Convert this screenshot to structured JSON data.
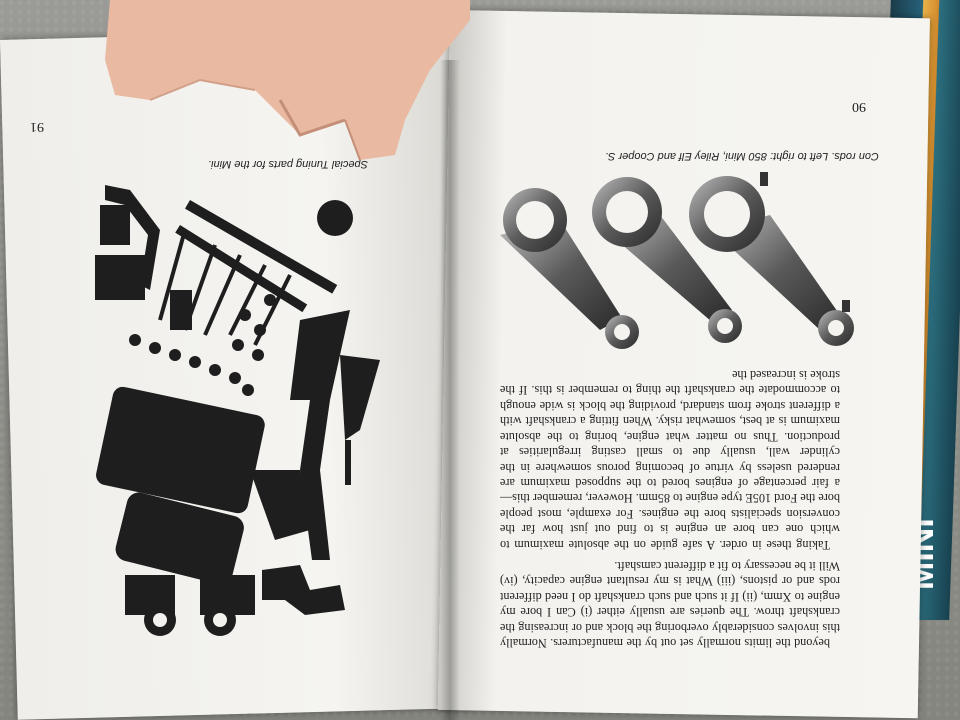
{
  "left_page": {
    "page_number": "91",
    "caption": "Special Tuning parts for the Mini."
  },
  "right_page": {
    "page_number": "90",
    "caption": "Con rods. Left to right: 850 Mini, Riley Elf and Cooper S.",
    "paragraphs": [
      "beyond the limits normally set out by the manufacturers. Normally this involves considerably overboring the block and or increasing the crankshaft throw. The queries are usually either (i) Can I bore my engine to Xmm, (ii) If it such and such crankshaft do I need different rods and or pistons, (iii) What is my resultant engine capacity, (iv) Will it be necessary to fit a different camshaft.",
      "Taking these in order. A safe guide on the absolute maximum to which one can bore an engine is to find out just how far the conversion specialists bore the engines. For example, most people bore the Ford 105E type engine to 85mm. However, remember this—a fair percentage of engines bored to the supposed maximum are rendered useless by virtue of becoming porous somewhere in the cylinder wall, usually due to small casting irregularities at production. Thus no matter what engine, boring to the absolute maximum is at best, somewhat risky. When fitting a crankshaft with a different stroke from standard, providing the block is wide enough to accommodate the crankshaft the thing to remember is this. If the stroke is increased the"
    ]
  },
  "cover": {
    "title_fragment": "MINI",
    "subtitle_fragment": "E TRIC"
  },
  "colors": {
    "paper": "#f5f4f0",
    "ink": "#222222",
    "table": "#8a8a86",
    "cover_teal": "#27627a",
    "cover_orange": "#e8b24a",
    "skin": "#e9b9a2"
  }
}
